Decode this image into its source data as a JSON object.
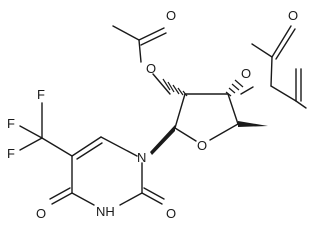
{
  "molecule": {
    "atoms": [
      {
        "id": "O_ac1_carbonyl",
        "label": "O"
      },
      {
        "id": "O_ac2_carbonyl",
        "label": "O"
      },
      {
        "id": "O_ac1_ester",
        "label": "O"
      },
      {
        "id": "O_ac2_ester",
        "label": "O"
      },
      {
        "id": "O_ring",
        "label": "O"
      },
      {
        "id": "N1",
        "label": "N"
      },
      {
        "id": "N3",
        "label": "NH"
      },
      {
        "id": "O_C4",
        "label": "O"
      },
      {
        "id": "O_C2",
        "label": "O"
      },
      {
        "id": "F1",
        "label": "F"
      },
      {
        "id": "F2",
        "label": "F"
      },
      {
        "id": "F3",
        "label": "F"
      }
    ]
  }
}
